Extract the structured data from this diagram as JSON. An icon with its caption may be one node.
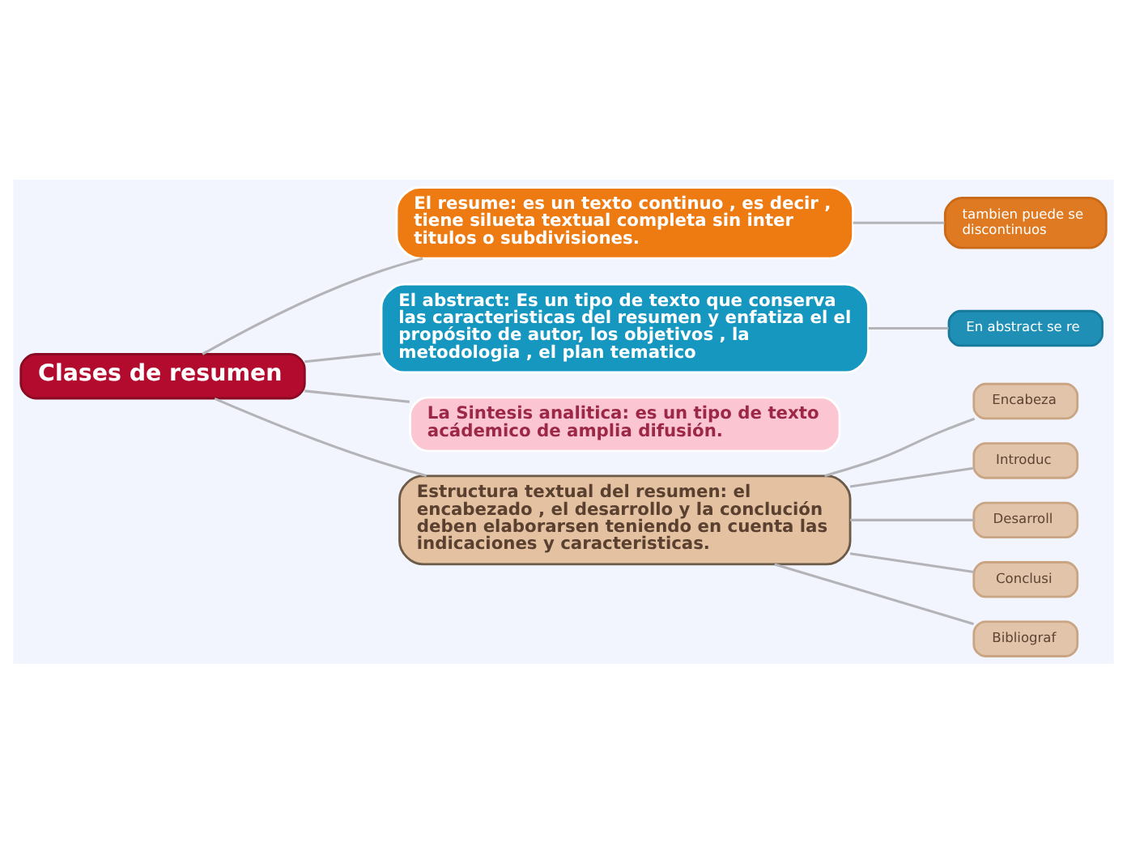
{
  "diagram": {
    "nodes": [
      {
        "text": [
          "Clases de resumen"
        ]
      },
      {
        "text": [
          "El resume: es un texto continuo , es decir , tiene silueta textual completa sin inter titulos o subdivisiones."
        ]
      },
      {
        "text": [
          "tambien puede se discontinuos"
        ]
      },
      {
        "text": [
          "El abstract: Es un tipo de texto que conserva las caracteristicas del resumen y enfatiza el el propósito de autor, los objetivos , la metodologia , el plan tematico"
        ]
      },
      {
        "text": [
          "En abstract se re"
        ]
      },
      {
        "text": [
          "La Sintesis analitica: es un tipo de texto acádemico de amplia difusión."
        ]
      },
      {
        "text": [
          "Estructura textual del resumen: el encabezado , el desarrollo y la conclución deben elaborarsen teniendo en cuenta las indicaciones y caracteristicas."
        ]
      },
      {
        "text": [
          "Encabeza"
        ]
      },
      {
        "text": [
          "Introduc"
        ]
      },
      {
        "text": [
          "Desarroll"
        ]
      },
      {
        "text": [
          "Conclusi"
        ]
      },
      {
        "text": [
          "Bibliograf"
        ]
      }
    ],
    "edges": [
      {
        "from": 0,
        "to": 1,
        "arrow": "none"
      },
      {
        "from": 0,
        "to": 3,
        "arrow": "none"
      },
      {
        "from": 0,
        "to": 5,
        "arrow": "none"
      },
      {
        "from": 0,
        "to": 6,
        "arrow": "none"
      },
      {
        "from": 1,
        "to": 2,
        "arrow": "none"
      },
      {
        "from": 3,
        "to": 4,
        "arrow": "none"
      },
      {
        "from": 6,
        "to": 7,
        "arrow": "none"
      },
      {
        "from": 6,
        "to": 8,
        "arrow": "none"
      },
      {
        "from": 6,
        "to": 9,
        "arrow": "none"
      },
      {
        "from": 6,
        "to": 10,
        "arrow": "none"
      },
      {
        "from": 6,
        "to": 11,
        "arrow": "none"
      }
    ]
  }
}
